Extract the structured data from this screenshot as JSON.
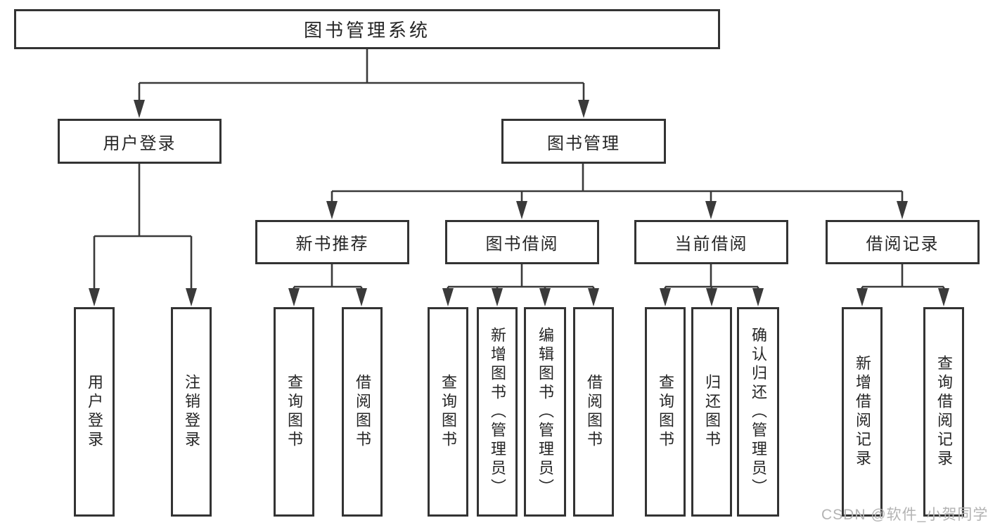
{
  "root": {
    "label": "图书管理系统"
  },
  "branches": [
    {
      "label": "用户登录",
      "children": [
        {
          "label": "用户登录"
        },
        {
          "label": "注销登录"
        }
      ]
    },
    {
      "label": "图书管理",
      "sections": [
        {
          "label": "新书推荐",
          "children": [
            {
              "label": "查询图书"
            },
            {
              "label": "借阅图书"
            }
          ]
        },
        {
          "label": "图书借阅",
          "children": [
            {
              "label": "查询图书"
            },
            {
              "label": "新增图书（管理员）"
            },
            {
              "label": "编辑图书（管理员）"
            },
            {
              "label": "借阅图书"
            }
          ]
        },
        {
          "label": "当前借阅",
          "children": [
            {
              "label": "查询图书"
            },
            {
              "label": "归还图书"
            },
            {
              "label": "确认归还（管理员）"
            }
          ]
        },
        {
          "label": "借阅记录",
          "children": [
            {
              "label": "新增借阅记录"
            },
            {
              "label": "查询借阅记录"
            }
          ]
        }
      ]
    }
  ],
  "watermark": {
    "text": "CSDN @软件_小贺同学"
  },
  "colors": {
    "line": "#3a3a3a",
    "box_border": "#333333",
    "text": "#262626",
    "background": "#ffffff",
    "watermark": "#b3b3b3"
  }
}
